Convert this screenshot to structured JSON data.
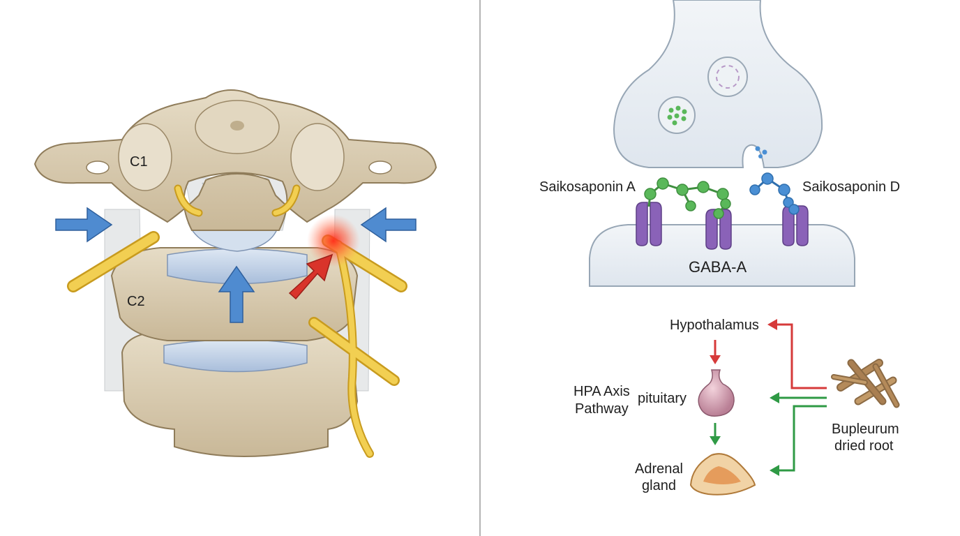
{
  "spine": {
    "labels": {
      "c1": "C1",
      "c2": "C2"
    }
  },
  "synapse": {
    "labels": {
      "saikosaponin_a": "Saikosaponin A",
      "saikosaponin_d": "Saikosaponin D",
      "receptor": "GABA-A"
    }
  },
  "hpa": {
    "labels": {
      "hypothalamus": "Hypothalamus",
      "axis_line1": "HPA Axis",
      "axis_line2": "Pathway",
      "pituitary": "pituitary",
      "adrenal_line1": "Adrenal",
      "adrenal_line2": "gland",
      "root_line1": "Bupleurum",
      "root_line2": "dried root"
    }
  },
  "colors": {
    "bone": "#d9ccb3",
    "bone_shadow": "#b8a583",
    "disc": "#c4d3e6",
    "nerve": "#f0c94a",
    "compression_arrow": "#4f8bd0",
    "pain_arrow": "#d9342b",
    "inhibit_arrow": "#d63a3a",
    "stimulate_arrow": "#2f9a45",
    "receptor": "#8a62b8",
    "ligand_a": "#5ab85a",
    "ligand_d": "#4a8fd4",
    "membrane": "#e9eef3"
  },
  "icons": [
    "compression-arrow-icon",
    "pain-arrow-icon",
    "molecule-icon",
    "receptor-icon",
    "pituitary-icon",
    "adrenal-gland-icon",
    "root-icon"
  ]
}
